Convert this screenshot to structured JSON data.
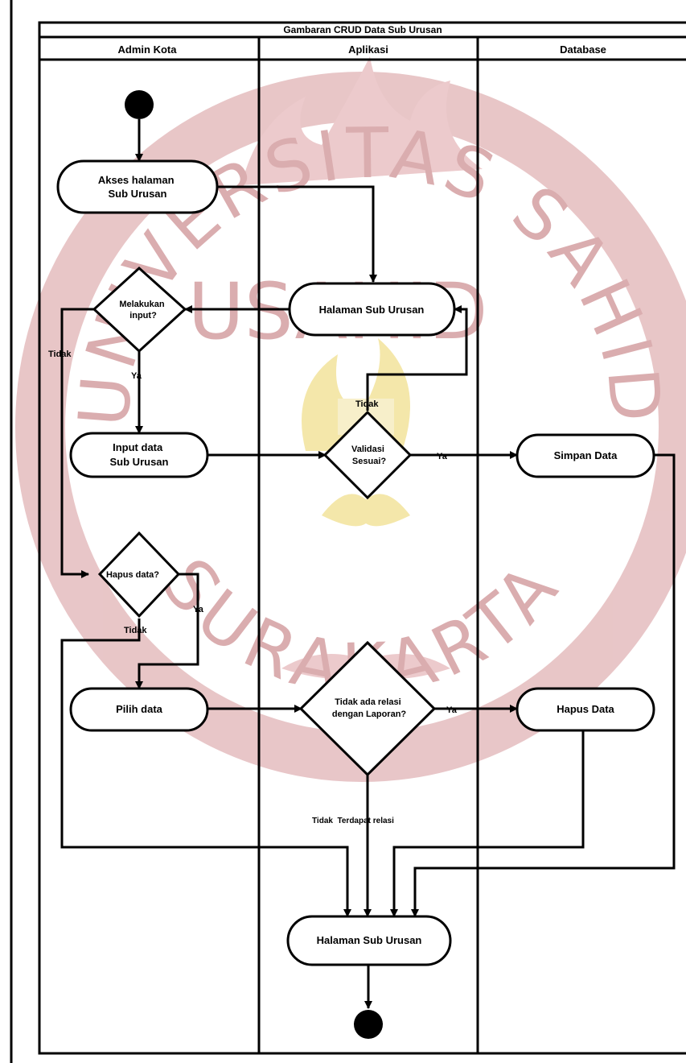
{
  "colors": {
    "stroke": "#000000",
    "watermark_red": "#d9a9ab",
    "watermark_yellow": "#f4e6a6",
    "background": "#ffffff"
  },
  "diagram": {
    "title": "Gambaran CRUD Data Sub Urusan",
    "lanes": [
      "Admin Kota",
      "Aplikasi",
      "Database"
    ],
    "nodes": {
      "access_page": [
        "Akses halaman",
        "Sub Urusan"
      ],
      "page_sub": "Halaman Sub Urusan",
      "decision_input": [
        "Melakukan",
        "input?"
      ],
      "input_data": [
        "Input data",
        "Sub Urusan"
      ],
      "decision_valid": [
        "Validasi",
        "Sesuai?"
      ],
      "save_data": "Simpan Data",
      "decision_delete": "Hapus data?",
      "pick_data": "Pilih data",
      "decision_report": [
        "Tidak ada relasi",
        "dengan Laporan?"
      ],
      "delete_data": "Hapus Data",
      "page_sub_end": "Halaman Sub Urusan"
    },
    "edge_labels": {
      "tidak_input": "Tidak",
      "ya_input": "Ya",
      "tidak_valid": "Tidak",
      "ya_valid": "Ya",
      "tidak_delete": "Tidak",
      "ya_delete": "Ya",
      "ya_report": "Ya",
      "tidak_report": "Tidak  Terdapat relasi"
    }
  },
  "watermark": {
    "arc_top": "UNIVERSITAS SAHID",
    "arc_bottom": "SURAKARTA",
    "center": "USAHID"
  }
}
